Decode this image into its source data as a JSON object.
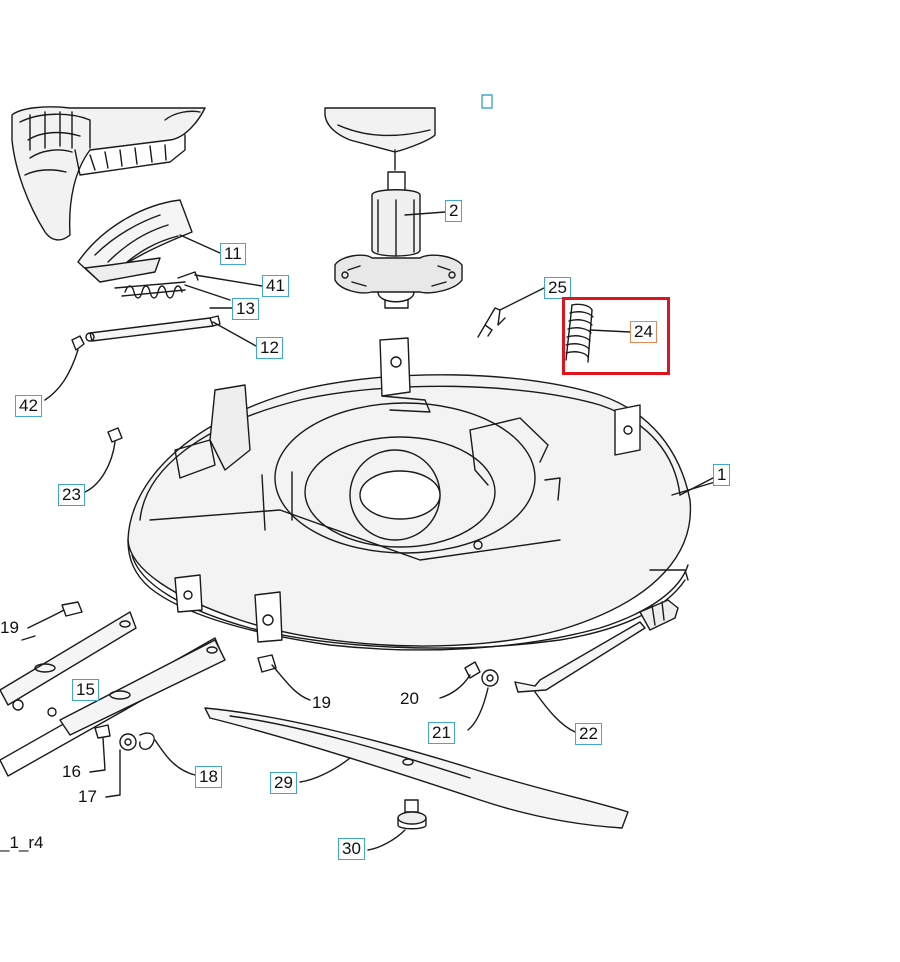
{
  "highlight_color": "#e0141c",
  "label_box_color": "#3fa7d0",
  "highlight_label_box_color": "#e58a55",
  "drawing_id": "_1_r4",
  "callouts": {
    "p1": "1",
    "p2": "2",
    "p11": "11",
    "p41": "41",
    "p13": "13",
    "p12": "12",
    "p25": "25",
    "p24": "24",
    "p42": "42",
    "p23": "23",
    "p19a": "19",
    "p15": "15",
    "p19b": "19",
    "p20": "20",
    "p21": "21",
    "p22": "22",
    "p16": "16",
    "p17": "17",
    "p18": "18",
    "p29": "29",
    "p30": "30"
  }
}
